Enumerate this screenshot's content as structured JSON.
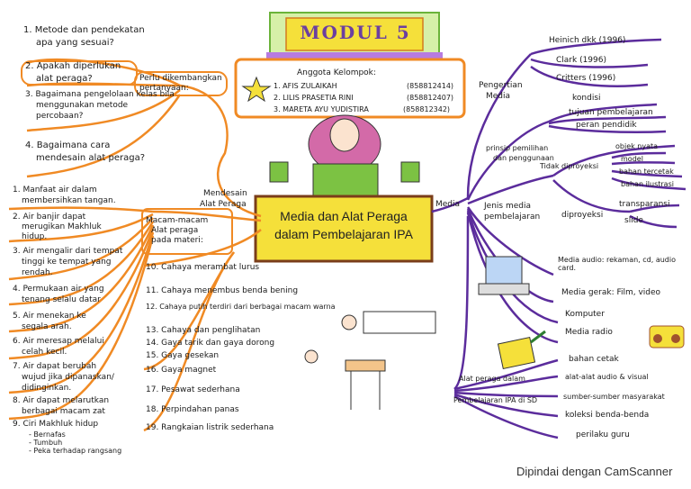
{
  "module_title": "MODUL 5",
  "group": {
    "heading": "Anggota Kelompok:",
    "members": [
      {
        "name": "1. AFIS ZULAIKAH",
        "id": "(858812414)"
      },
      {
        "name": "2. LILIS PRASETIA RINI",
        "id": "(858812407)"
      },
      {
        "name": "3. MARETA AYU YUDISTIRA",
        "id": "(858812342)"
      }
    ]
  },
  "center_title": [
    "Media dan Alat Peraga",
    "dalam Pembelajaran IPA"
  ],
  "left_top": {
    "branch_label": [
      "Perlu dikembangkan",
      "pertanyaan:"
    ],
    "items": [
      [
        "1. Metode dan pendekatan",
        "apa yang sesuai?"
      ],
      [
        "2. Apakah diperlukan",
        "alat peraga?"
      ],
      [
        "3. Bagaimana pengelolaan kelas bila",
        "menggunakan metode",
        "percobaan?"
      ],
      [
        "4. Bagaimana cara",
        "mendesain alat peraga?"
      ]
    ]
  },
  "left_mid": {
    "branch_label": [
      "Mendesain",
      "Alat Peraga"
    ],
    "items": [
      [
        "1. Manfaat air dalam",
        "membersihkan tangan."
      ],
      [
        "2. Air banjir dapat",
        "merugikan Makhluk",
        "hidup."
      ],
      [
        "3. Air mengalir dari tempat",
        "tinggi ke tempat yang",
        "rendah."
      ],
      [
        "4. Permukaan air yang",
        "tenang selalu datar"
      ],
      [
        "5. Air menekan ke",
        "segala arah."
      ],
      [
        "6. Air meresap melalui",
        "celah kecil."
      ],
      [
        "7. Air dapat berubah",
        "wujud jika dipanaskan/",
        "didinginkan."
      ],
      [
        "8. Air dapat melarutkan",
        "berbagai macam zat"
      ],
      [
        "9. Ciri Makhluk hidup",
        "- Bernafas",
        "- Tumbuh",
        "- Peka terhadap rangsang"
      ]
    ]
  },
  "materi": {
    "heading": [
      "Macam-macam",
      "Alat peraga",
      "pada materi:"
    ],
    "items": [
      "10. Cahaya merambat lurus",
      "11. Cahaya menembus benda bening",
      "12. Cahaya putih terdiri dari berbagai macam warna",
      "13. Cahaya dan penglihatan",
      "14. Gaya tarik dan gaya dorong",
      "15. Gaya gesekan",
      "16. Gaya magnet",
      "17. Pesawat sederhana",
      "18. Perpindahan panas",
      "19. Rangkaian listrik sederhana"
    ]
  },
  "right": {
    "hub": "Media",
    "pengertian": {
      "label": [
        "Pengertian",
        "Media"
      ],
      "items": [
        "Heinich dkk (1996)",
        "Clark (1996)",
        "Critters (1996)"
      ]
    },
    "prinsip": {
      "label": [
        "prinsip pemilihan",
        "dan penggunaan"
      ],
      "items": [
        "kondisi",
        "tujuan pembelajaran",
        "peran pendidik"
      ]
    },
    "jenis": {
      "label": [
        "Jenis media",
        "pembelajaran"
      ],
      "tidak_diproyeksi": {
        "label": "Tidak diproyeksi",
        "items": [
          "objek nyata",
          "model",
          "bahan tercetak",
          "bahan ilustrasi"
        ]
      },
      "diproyeksi": {
        "label": "diproyeksi",
        "items": [
          "transparansi",
          "slide"
        ]
      },
      "others": [
        "Media audio: rekaman, cd, audio card.",
        "Media gerak: Film, video",
        "Komputer",
        "Media radio"
      ]
    },
    "alat_peraga": {
      "label": [
        "Alat peraga dalam",
        "Pembelajaran IPA di SD"
      ],
      "items": [
        "bahan cetak",
        "alat-alat audio & visual",
        "sumber-sumber masyarakat",
        "koleksi benda-benda",
        "perilaku guru"
      ]
    }
  },
  "colors": {
    "orange": "#f08a24",
    "purple": "#5b2c9c",
    "yellow": "#f5e03a",
    "green": "#7cc243",
    "pink": "#d36aa8"
  },
  "footer": "Dipindai dengan CamScanner"
}
